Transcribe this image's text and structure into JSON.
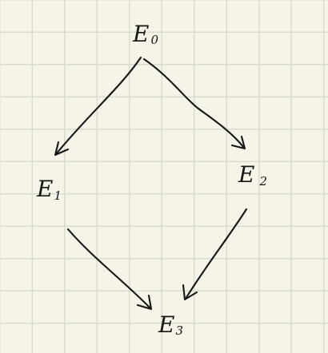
{
  "diagram": {
    "nodes": [
      {
        "id": "E0",
        "letter": "E",
        "subscript": "0"
      },
      {
        "id": "E1",
        "letter": "E",
        "subscript": "1"
      },
      {
        "id": "E2",
        "letter": "E",
        "subscript": "2"
      },
      {
        "id": "E3",
        "letter": "E",
        "subscript": "3"
      }
    ],
    "edges": [
      {
        "from": "E0",
        "to": "E1"
      },
      {
        "from": "E0",
        "to": "E2"
      },
      {
        "from": "E1",
        "to": "E3"
      },
      {
        "from": "E2",
        "to": "E3"
      }
    ],
    "colors": {
      "background": "#f6f4e9",
      "grid": "#d9dccd",
      "ink": "#161616"
    }
  }
}
